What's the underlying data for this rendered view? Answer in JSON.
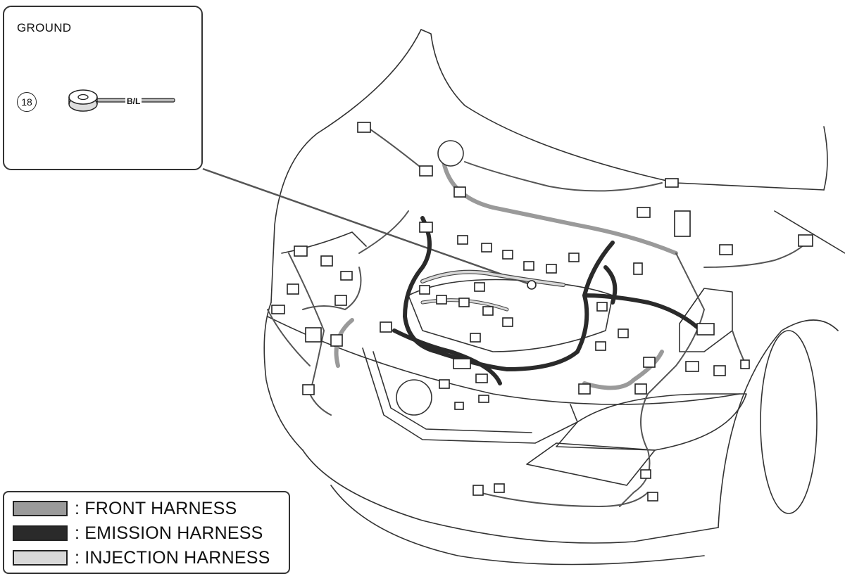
{
  "callout": {
    "title": "GROUND",
    "item_number": "18",
    "wire_code": "B/L"
  },
  "legend": {
    "items": [
      {
        "label": ": FRONT HARNESS",
        "color": "#9a9a9a"
      },
      {
        "label": ": EMISSION HARNESS",
        "color": "#2a2a2a"
      },
      {
        "label": ": INJECTION HARNESS",
        "color": "#d8d8d8"
      }
    ]
  },
  "colors": {
    "outline": "#333333",
    "front_harness": "#9a9a9a",
    "emission_harness": "#2a2a2a",
    "injection_harness": "#d8d8d8"
  }
}
